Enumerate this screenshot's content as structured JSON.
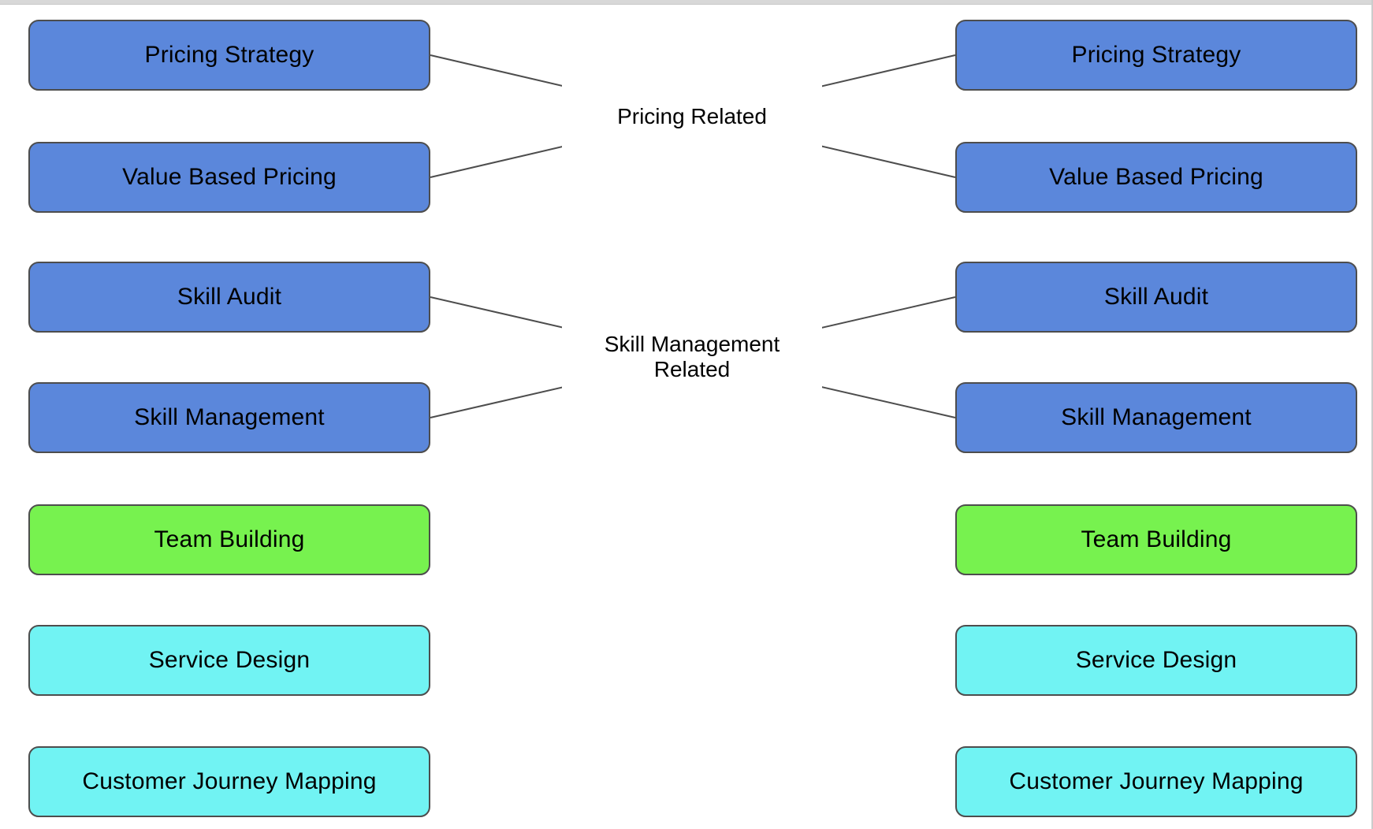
{
  "diagram_type": "matching-diagram",
  "nodes": {
    "left": [
      {
        "label": "Pricing Strategy",
        "color": "#5b87db"
      },
      {
        "label": "Value Based Pricing",
        "color": "#5b87db"
      },
      {
        "label": "Skill Audit",
        "color": "#5b87db"
      },
      {
        "label": "Skill Management",
        "color": "#5b87db"
      },
      {
        "label": "Team Building",
        "color": "#77f24f"
      },
      {
        "label": "Service Design",
        "color": "#71f3f3"
      },
      {
        "label": "Customer Journey Mapping",
        "color": "#71f3f3"
      }
    ],
    "right": [
      {
        "label": "Pricing Strategy",
        "color": "#5b87db"
      },
      {
        "label": "Value Based Pricing",
        "color": "#5b87db"
      },
      {
        "label": "Skill Audit",
        "color": "#5b87db"
      },
      {
        "label": "Skill Management",
        "color": "#5b87db"
      },
      {
        "label": "Team Building",
        "color": "#77f24f"
      },
      {
        "label": "Service Design",
        "color": "#71f3f3"
      },
      {
        "label": "Customer Journey Mapping",
        "color": "#71f3f3"
      }
    ]
  },
  "edge_labels": [
    {
      "text": "Pricing Related"
    },
    {
      "text": "Skill Management Related"
    }
  ],
  "edges": [
    {
      "from_left": "Pricing Strategy",
      "to_right": "Value Based Pricing",
      "label": "Pricing Related"
    },
    {
      "from_left": "Value Based Pricing",
      "to_right": "Pricing Strategy",
      "label": "Pricing Related"
    },
    {
      "from_left": "Skill Audit",
      "to_right": "Skill Management",
      "label": "Skill Management Related"
    },
    {
      "from_left": "Skill Management",
      "to_right": "Skill Audit",
      "label": "Skill Management Related"
    }
  ],
  "colors": {
    "node_blue": "#5b87db",
    "node_green": "#77f24f",
    "node_cyan": "#71f3f3",
    "node_border": "#4d4d4d",
    "edge_line": "#4d4d4d",
    "background": "#ffffff",
    "window_edge": "#d8d8d8"
  }
}
